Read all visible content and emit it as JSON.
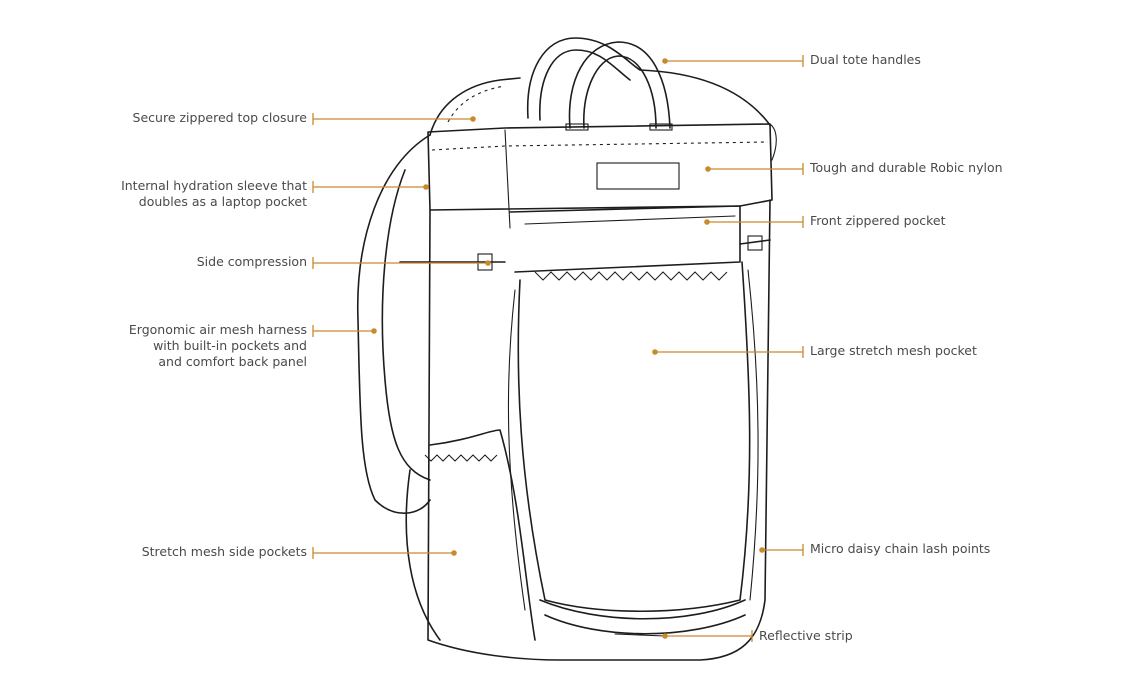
{
  "colors": {
    "accent": "#c98a2e",
    "text": "#4a4a4a",
    "outline": "#1d1d1d",
    "background": "#ffffff"
  },
  "callouts": {
    "dual_tote_handles": "Dual tote handles",
    "secure_top_closure": "Secure zippered top closure",
    "robic_nylon": "Tough and durable Robic nylon",
    "hydration_sleeve": [
      "Internal hydration sleeve that",
      "doubles as a laptop pocket"
    ],
    "front_zip_pocket": "Front zippered pocket",
    "side_compression": "Side compression",
    "harness": [
      "Ergonomic air mesh harness",
      "with built-in pockets and",
      "and comfort back panel"
    ],
    "large_mesh_pocket": "Large stretch mesh pocket",
    "side_pockets": "Stretch mesh side pockets",
    "daisy_chain": "Micro daisy chain lash points",
    "reflective_strip": "Reflective strip"
  }
}
